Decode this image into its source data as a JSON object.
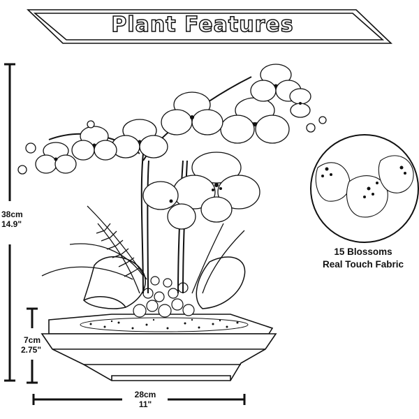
{
  "title": "Plant Features",
  "dimensions": {
    "height_cm": "38cm",
    "height_in": "14.9\"",
    "pot_height_cm": "7cm",
    "pot_height_in": "2.75\"",
    "width_cm": "28cm",
    "width_in": "11\""
  },
  "detail": {
    "line1": "15 Blossoms",
    "line2": "Real Touch Fabric"
  }
}
